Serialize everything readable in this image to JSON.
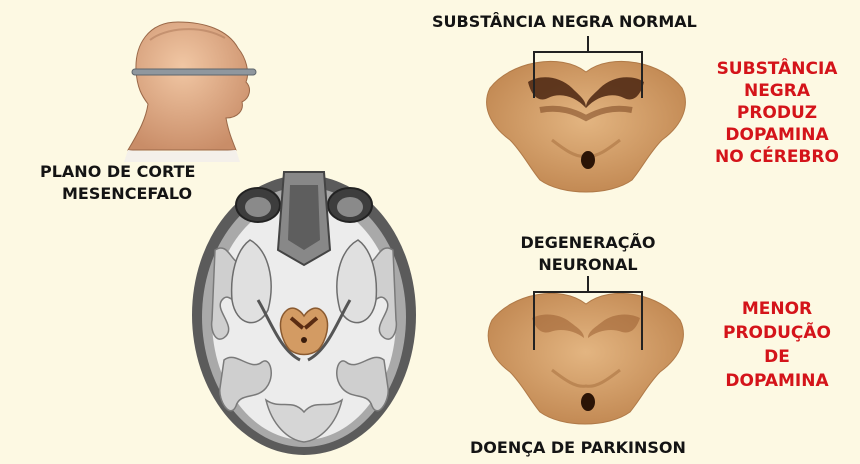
{
  "labels": {
    "cut_plane_line1": "PLANO DE CORTE",
    "cut_plane_line2": "MESENCEFALO",
    "normal_title": "SUBSTÂNCIA NEGRA NORMAL",
    "normal_effect": [
      "SUBSTÂNCIA",
      "NEGRA",
      "PRODUZ",
      "DOPAMINA",
      "NO CÉREBRO"
    ],
    "degeneration_line1": "DEGENERAÇÃO",
    "degeneration_line2": "NEURONAL",
    "parkinson_effect": [
      "MENOR",
      "PRODUÇÃO",
      "DE",
      "DOPAMINA"
    ],
    "parkinson_title": "DOENÇA DE PARKINSON"
  },
  "colors": {
    "background": "#fdf9e3",
    "label_text": "#141414",
    "effect_text": "#d4141a",
    "midbrain_tissue": "#c9925a",
    "substantia_nigra": "#4a2410"
  }
}
